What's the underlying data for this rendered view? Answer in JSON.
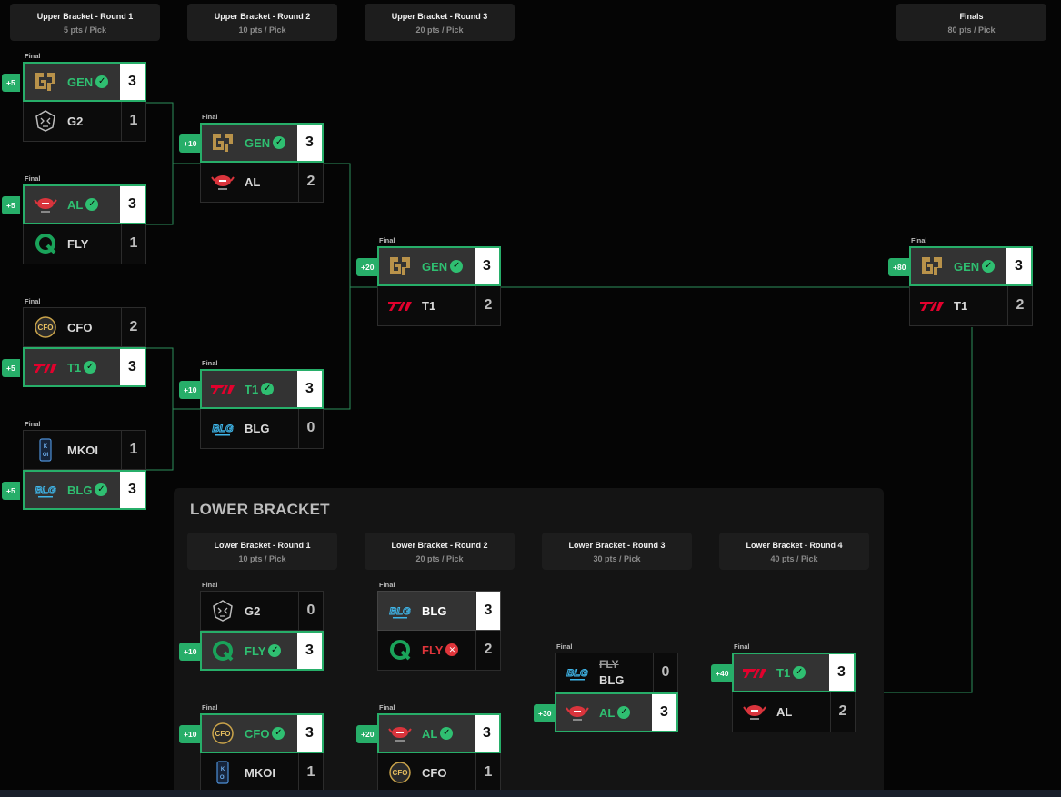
{
  "round_headers": [
    {
      "title": "Upper Bracket - Round 1",
      "pts": "5 pts / Pick"
    },
    {
      "title": "Upper Bracket - Round 2",
      "pts": "10 pts / Pick"
    },
    {
      "title": "Upper Bracket - Round 3",
      "pts": "20 pts / Pick"
    },
    {
      "title": "Finals",
      "pts": "80 pts / Pick"
    },
    {
      "title": "Lower Bracket - Round 1",
      "pts": "10 pts / Pick"
    },
    {
      "title": "Lower Bracket - Round 2",
      "pts": "20 pts / Pick"
    },
    {
      "title": "Lower Bracket - Round 3",
      "pts": "30 pts / Pick"
    },
    {
      "title": "Lower Bracket - Round 4",
      "pts": "40 pts / Pick"
    }
  ],
  "lower_bracket_title": "LOWER BRACKET",
  "matches": {
    "ub1_m1": {
      "label": "Final",
      "pts": "+5",
      "t1": "GEN",
      "s1": "3",
      "t2": "G2",
      "s2": "1"
    },
    "ub1_m2": {
      "label": "Final",
      "pts": "+5",
      "t1": "AL",
      "s1": "3",
      "t2": "FLY",
      "s2": "1"
    },
    "ub1_m3": {
      "label": "Final",
      "pts": "+5",
      "t1": "CFO",
      "s1": "2",
      "t2": "T1",
      "s2": "3"
    },
    "ub1_m4": {
      "label": "Final",
      "pts": "+5",
      "t1": "MKOI",
      "s1": "1",
      "t2": "BLG",
      "s2": "3"
    },
    "ub2_m1": {
      "label": "Final",
      "pts": "+10",
      "t1": "GEN",
      "s1": "3",
      "t2": "AL",
      "s2": "2"
    },
    "ub2_m2": {
      "label": "Final",
      "pts": "+10",
      "t1": "T1",
      "s1": "3",
      "t2": "BLG",
      "s2": "0"
    },
    "ub3_m1": {
      "label": "Final",
      "pts": "+20",
      "t1": "GEN",
      "s1": "3",
      "t2": "T1",
      "s2": "2"
    },
    "final": {
      "label": "Final",
      "pts": "+80",
      "t1": "GEN",
      "s1": "3",
      "t2": "T1",
      "s2": "2"
    },
    "lb1_m1": {
      "label": "Final",
      "pts": "+10",
      "t1": "G2",
      "s1": "0",
      "t2": "FLY",
      "s2": "3"
    },
    "lb1_m2": {
      "label": "Final",
      "pts": "+10",
      "t1": "CFO",
      "s1": "3",
      "t2": "MKOI",
      "s2": "1"
    },
    "lb2_m1": {
      "label": "Final",
      "t1": "BLG",
      "s1": "3",
      "t2": "FLY",
      "s2": "2"
    },
    "lb2_m2": {
      "label": "Final",
      "pts": "+20",
      "t1": "AL",
      "s1": "3",
      "t2": "CFO",
      "s2": "1"
    },
    "lb3_m1": {
      "label": "Final",
      "pts": "+30",
      "t1_struck": "FLY",
      "t1": "BLG",
      "s1": "0",
      "t2": "AL",
      "s2": "3"
    },
    "lb4_m1": {
      "label": "Final",
      "pts": "+40",
      "t1": "T1",
      "s1": "3",
      "t2": "AL",
      "s2": "2"
    }
  },
  "colors": {
    "win_green": "#27ae69",
    "loss_red": "#e0353b",
    "background": "#050505",
    "panel": "#141414"
  }
}
